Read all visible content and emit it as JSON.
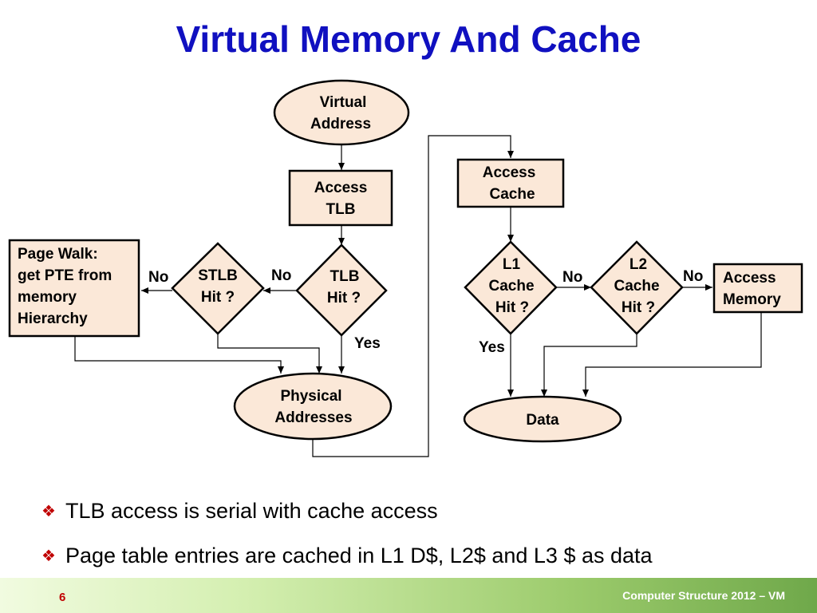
{
  "slide": {
    "title": "Virtual Memory And Cache"
  },
  "diagram": {
    "fill": "#fbe8d8",
    "stroke": "#000000",
    "nodes": {
      "virtual_address": [
        "Virtual",
        "Address"
      ],
      "access_tlb": [
        "Access",
        "TLB"
      ],
      "tlb_hit": [
        "TLB",
        "Hit ?"
      ],
      "stlb_hit": [
        "STLB",
        "Hit ?"
      ],
      "page_walk": [
        "Page Walk:",
        "get PTE from",
        "memory",
        "Hierarchy"
      ],
      "physical_addresses": [
        "Physical",
        "Addresses"
      ],
      "access_cache": [
        "Access",
        "Cache"
      ],
      "l1_hit": [
        "L1",
        "Cache",
        "Hit ?"
      ],
      "l2_hit": [
        "L2",
        "Cache",
        "Hit ?"
      ],
      "access_memory": [
        "Access",
        "Memory"
      ],
      "data": [
        "Data"
      ]
    },
    "labels": {
      "tlb_no": "No",
      "stlb_no": "No",
      "tlb_yes": "Yes",
      "l1_no": "No",
      "l2_no": "No",
      "l1_yes": "Yes"
    }
  },
  "bullets": [
    "TLB access is serial with cache access",
    "Page table entries are cached in L1 D$, L2$ and L3 $ as data"
  ],
  "footer": {
    "page_number": "6",
    "course": "Computer Structure 2012 – VM"
  }
}
